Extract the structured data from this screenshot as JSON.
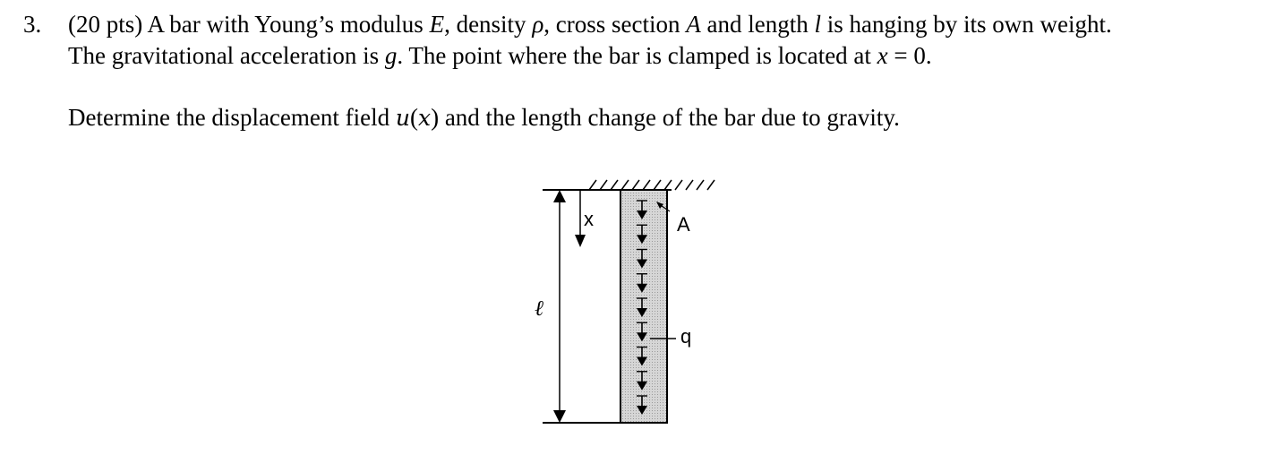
{
  "problem": {
    "number": "3.",
    "line1": {
      "a": "(20 pts) A bar with Young’s modulus ",
      "E": "E",
      "b": ", density ",
      "rho": "ρ",
      "c": ", cross section ",
      "A": "A",
      "d": " and length ",
      "l": "l",
      "e": " is hanging by its own weight."
    },
    "line2": {
      "a": "The gravitational acceleration is ",
      "g": "g",
      "b": ". The point where the bar is clamped is located at ",
      "x": "x",
      "c": " = 0."
    },
    "line3": {
      "a": "Determine the displacement field ",
      "u": "u",
      "p1": "(",
      "x": "x",
      "p2": ")",
      "b": " and the length change of the bar due to gravity."
    }
  },
  "figure": {
    "labels": {
      "x": "x",
      "A": "A",
      "length": "ℓ",
      "q": "q"
    },
    "load_arrow_count": 9,
    "colors": {
      "bar_fill": "#d6d6d6",
      "line": "#000000"
    }
  }
}
